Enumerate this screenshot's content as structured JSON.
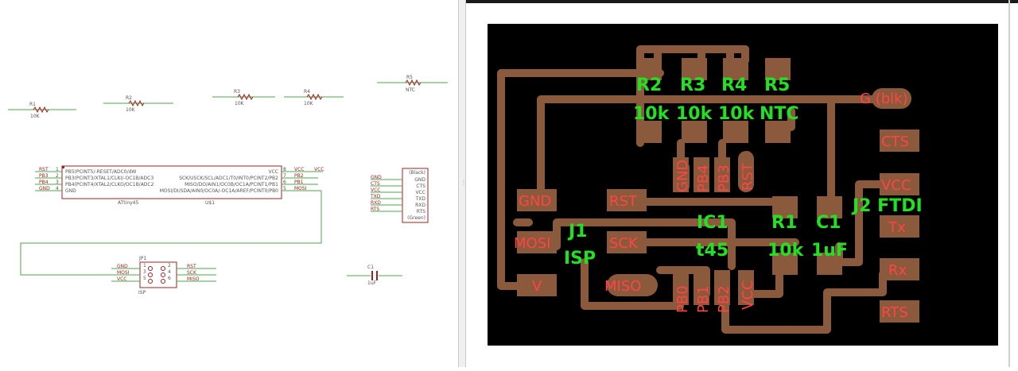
{
  "schematic": {
    "resistors": [
      {
        "ref": "R1",
        "value": "10K"
      },
      {
        "ref": "R2",
        "value": "10K"
      },
      {
        "ref": "R3",
        "value": "10K"
      },
      {
        "ref": "R4",
        "value": "10K"
      },
      {
        "ref": "R5",
        "value": "NTC"
      }
    ],
    "ic": {
      "name": "ATtiny45",
      "ref": "U$1",
      "left_pins": [
        {
          "net": "RST",
          "num": "1",
          "func": "PB5(PCINT5/-RESET/ADC0/dW"
        },
        {
          "net": "PB3",
          "num": "2",
          "func": "PB3(PCINT3/XTAL1/CLKI/-OC1B/ADC3"
        },
        {
          "net": "PB4",
          "num": "3",
          "func": "PB4(PCINT4/XTAL2/CLKO/OC1B/ADC2"
        },
        {
          "net": "GND",
          "num": "4",
          "func": "GND"
        }
      ],
      "right_pins": [
        {
          "net": "VCC",
          "num": "8",
          "func": "VCC"
        },
        {
          "net": "PB2",
          "num": "7",
          "func": "SCK/USCK/SCL/ADC1/T0/INT0/PCINT2/PB2"
        },
        {
          "net": "PB1",
          "num": "6",
          "func": "MISO/DO/AIN1/OC0B/OC1A/PCINT1/PB1"
        },
        {
          "net": "MOSI",
          "num": "5",
          "func": "MOSI/DI/SDA/AIN0/OC0A/-OC1A/AREF/PCINT0/PB0"
        }
      ],
      "vcc_net": "VCC"
    },
    "ftdi": {
      "pins": [
        {
          "net": "GND",
          "label": "(Black)"
        },
        {
          "net": "CTS",
          "label": "GND"
        },
        {
          "net": "VCC",
          "label": "CTS"
        },
        {
          "net": "TXD",
          "label": "VCC"
        },
        {
          "net": "RXD",
          "label": "TXD"
        },
        {
          "net": "RTS",
          "label": "RXD"
        },
        {
          "net": "",
          "label": "RTS"
        }
      ],
      "footer": "(Green)"
    },
    "isp": {
      "ref": "JP1",
      "name": "ISP",
      "left_nets": [
        "GND",
        "MOSI",
        "VCC"
      ],
      "right_nets": [
        "RST",
        "SCK",
        "MISO"
      ],
      "pin_nums": [
        "1",
        "2",
        "3",
        "4",
        "5",
        "6"
      ]
    },
    "capacitor": {
      "ref": "C1",
      "value": "1uF"
    }
  },
  "pcb": {
    "green_labels": {
      "r2": "R2",
      "r3": "R3",
      "r4": "R4",
      "r5": "R5",
      "v2": "10k",
      "v3": "10k",
      "v4": "10k",
      "v5": "NTC",
      "ic1": "IC1",
      "t45": "t45",
      "r1": "R1",
      "v1": "10k",
      "c1": "C1",
      "vc1": "1uF",
      "j1": "J1",
      "isp": "ISP",
      "j2": "J2 FTDI"
    },
    "red_labels": {
      "gblk": "G (blk)",
      "cts": "CTS",
      "vcc": "VCC",
      "tx": "Tx",
      "rx": "Rx",
      "rts": "RTS",
      "gnd": "GND",
      "rst": "RST",
      "mosi": "MOSI",
      "sck": "SCK",
      "miso": "MISO",
      "v": "V",
      "p_gnd": "GND",
      "p_pb4": "PB4",
      "p_pb3": "PB3",
      "p_rst": "RST",
      "p_pb0": "PB0",
      "p_pb1": "PB1",
      "p_pb2": "PB2",
      "p_vcc": "VCC"
    },
    "colors": {
      "board": "#000000",
      "trace": "#8b5a3c",
      "silk_green": "#22e022",
      "silk_red": "#ff4444"
    }
  }
}
